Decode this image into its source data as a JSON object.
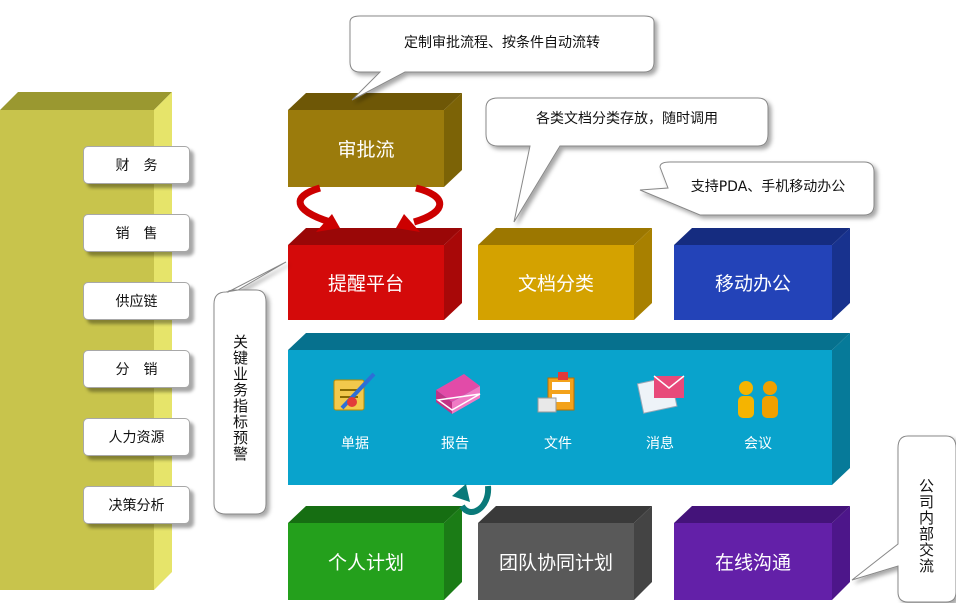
{
  "left_panel": {
    "items": [
      "财　务",
      "销　售",
      "供应链",
      "分　销",
      "人力资源",
      "决策分析"
    ]
  },
  "boxes": {
    "approval": "审批流",
    "reminder": "提醒平台",
    "doc_category": "文档分类",
    "mobile": "移动办公",
    "personal_plan": "个人计划",
    "team_plan": "团队协同计划",
    "online_comm": "在线沟通"
  },
  "center_panel": {
    "items": [
      {
        "label": "单据",
        "icon": "form-pen-icon"
      },
      {
        "label": "报告",
        "icon": "books-icon"
      },
      {
        "label": "文件",
        "icon": "file-folder-icon"
      },
      {
        "label": "消息",
        "icon": "mail-icon"
      },
      {
        "label": "会议",
        "icon": "people-icon"
      }
    ]
  },
  "callouts": {
    "approval": "定制审批流程、按条件自动流转",
    "docs": "各类文档分类存放，随时调用",
    "mobile": "支持PDA、手机移动办公",
    "kpi": "关键业务指标预警",
    "internal": "公司内部交流"
  },
  "colors": {
    "left_panel": "#c8c44c",
    "approval": "#9b7b0c",
    "reminder": "#d40a0a",
    "doc_category": "#d4a200",
    "mobile": "#2343b8",
    "center": "#09a3cc",
    "personal_plan": "#24a01c",
    "team_plan": "#595959",
    "online_comm": "#6320a8"
  }
}
